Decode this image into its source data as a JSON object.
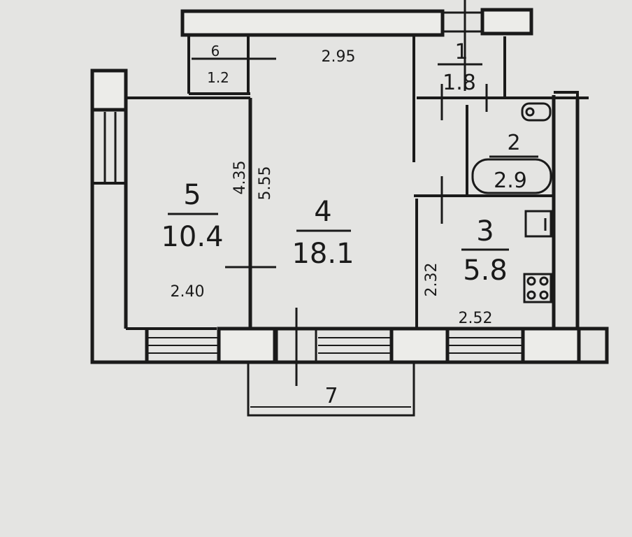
{
  "rooms": {
    "r1": {
      "number": "1",
      "area": "1.8"
    },
    "r2": {
      "number": "2",
      "area": "2.9"
    },
    "r3": {
      "number": "3",
      "area": "5.8"
    },
    "r4": {
      "number": "4",
      "area": "18.1"
    },
    "r5": {
      "number": "5",
      "area": "10.4"
    },
    "r6": {
      "number": "6",
      "area": "1.2"
    },
    "r7": {
      "number": "7"
    }
  },
  "dimensions": {
    "top_width": "2.95",
    "room5_length": "4.35",
    "room4_length": "5.55",
    "room5_width": "2.40",
    "room3_length": "2.32",
    "room3_width": "2.52"
  },
  "colors": {
    "paper": "#e4e4e2",
    "ink": "#1a1a1a",
    "wall_fill": "#ecece9"
  }
}
